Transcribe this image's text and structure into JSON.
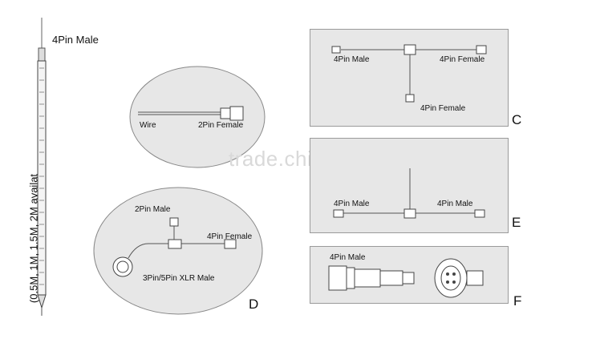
{
  "tube": {
    "top_label": "4Pin Male",
    "length_note": "(0.5M, 1M, 1.5M, 2M availat"
  },
  "oval_wire": {
    "wire_label": "Wire",
    "connector_label": "2Pin Female"
  },
  "panel_c": {
    "left_label": "4Pin Male",
    "right_label": "4Pin Female",
    "bottom_label": "4Pin Female",
    "letter": "C"
  },
  "oval_d": {
    "top_label": "2Pin Male",
    "right_label": "4Pin Female",
    "bottom_label": "3Pin/5Pin XLR Male",
    "letter": "D"
  },
  "panel_e": {
    "left_label": "4Pin Male",
    "right_label": "4Pin Male",
    "letter": "E"
  },
  "panel_f": {
    "label": "4Pin Male",
    "letter": "F"
  },
  "watermark": "trade.china.cn",
  "colors": {
    "panel_bg": "#e7e7e7",
    "line": "#555555",
    "watermark": "#d9d9d9"
  }
}
